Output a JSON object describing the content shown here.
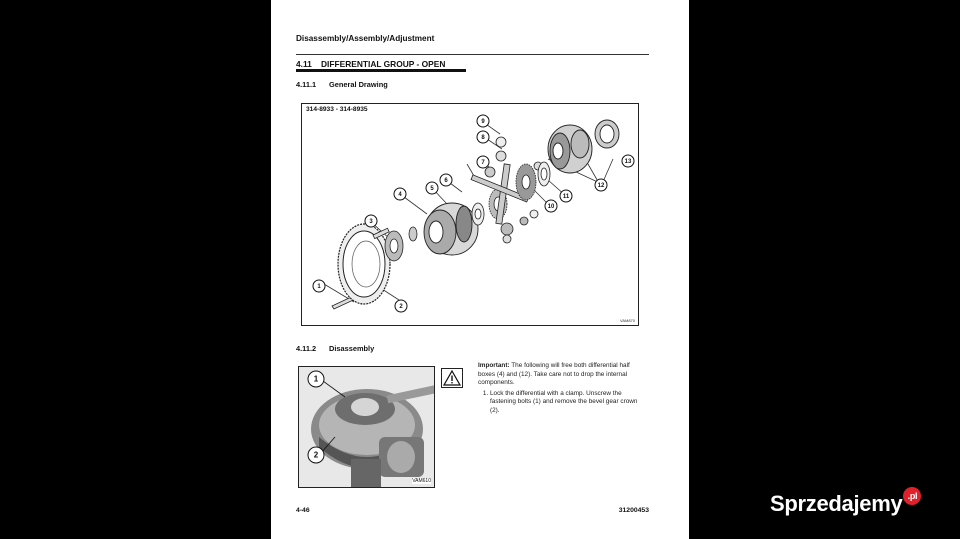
{
  "page": {
    "header": "Disassembly/Assembly/Adjustment",
    "section": {
      "number": "4.11",
      "title": "DIFFERENTIAL GROUP - OPEN"
    },
    "sub1": {
      "number": "4.11.1",
      "title": "General Drawing"
    },
    "sub2": {
      "number": "4.11.2",
      "title": "Disassembly"
    },
    "figure": {
      "title": "314-8933 - 314-8935",
      "code": "VAM870",
      "callouts": [
        "1",
        "2",
        "3",
        "4",
        "5",
        "6",
        "7",
        "8",
        "9",
        "10",
        "11",
        "12",
        "13"
      ]
    },
    "photo": {
      "code": "VAM610",
      "callouts": [
        "1",
        "2"
      ]
    },
    "important_label": "Important:",
    "important_text": "The following will free both differential half boxes (4) and (12). Take care not to drop the internal components.",
    "steps": [
      "Lock the differential with a clamp. Unscrew the fastening bolts (1) and remove the bevel gear crown (2)."
    ],
    "footer_left": "4-46",
    "footer_right": "31200453"
  },
  "watermark": {
    "text": "Sprzedajemy",
    "badge": ".pl"
  }
}
